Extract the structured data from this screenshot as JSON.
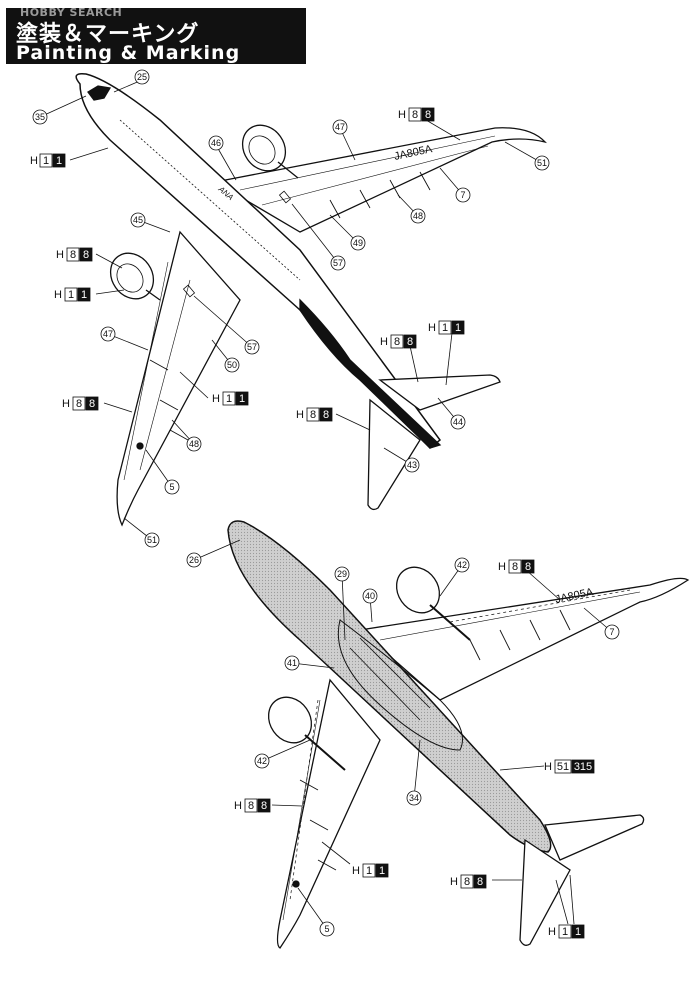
{
  "header": {
    "watermark": "HOBBY SEARCH",
    "title_jp": "塗装＆マーキング",
    "title_en": "Painting & Marking"
  },
  "registration": "JA805A",
  "fuselage_logo": "ANA",
  "callouts": {
    "top": [
      "25",
      "35",
      "46",
      "47",
      "51",
      "7",
      "48",
      "45",
      "49",
      "57",
      "57",
      "50",
      "47",
      "5",
      "48",
      "51",
      "44",
      "43"
    ],
    "bottom": [
      "26",
      "29",
      "40",
      "42",
      "41",
      "42",
      "34",
      "7",
      "5"
    ]
  },
  "color_refs": {
    "h11_a": {
      "prefix": "H",
      "boxes": [
        "1",
        "1"
      ]
    },
    "h88_a": {
      "prefix": "H",
      "boxes": [
        "8",
        "8"
      ]
    },
    "h88_b": {
      "prefix": "H",
      "boxes": [
        "8",
        "8"
      ]
    },
    "h11_b": {
      "prefix": "H",
      "boxes": [
        "1",
        "1"
      ]
    },
    "h88_c": {
      "prefix": "H",
      "boxes": [
        "8",
        "8"
      ]
    },
    "h11_c": {
      "prefix": "H",
      "boxes": [
        "1",
        "1"
      ]
    },
    "h88_d": {
      "prefix": "H",
      "boxes": [
        "8",
        "8"
      ]
    },
    "h11_d": {
      "prefix": "H",
      "boxes": [
        "1",
        "1"
      ]
    },
    "h88_e": {
      "prefix": "H",
      "boxes": [
        "8",
        "8"
      ]
    },
    "h88_f": {
      "prefix": "H",
      "boxes": [
        "8",
        "8"
      ]
    },
    "h51315": {
      "prefix": "H",
      "boxes": [
        "51",
        "315"
      ]
    },
    "h88_g": {
      "prefix": "H",
      "boxes": [
        "8",
        "8"
      ]
    },
    "h11_e": {
      "prefix": "H",
      "boxes": [
        "1",
        "1"
      ]
    },
    "h88_h": {
      "prefix": "H",
      "boxes": [
        "8",
        "8"
      ]
    },
    "h11_f": {
      "prefix": "H",
      "boxes": [
        "1",
        "1"
      ]
    }
  },
  "colors": {
    "ink": "#111111",
    "underside_gray": "#c9c9c9",
    "box_dark": "#111111",
    "paper": "#ffffff"
  }
}
